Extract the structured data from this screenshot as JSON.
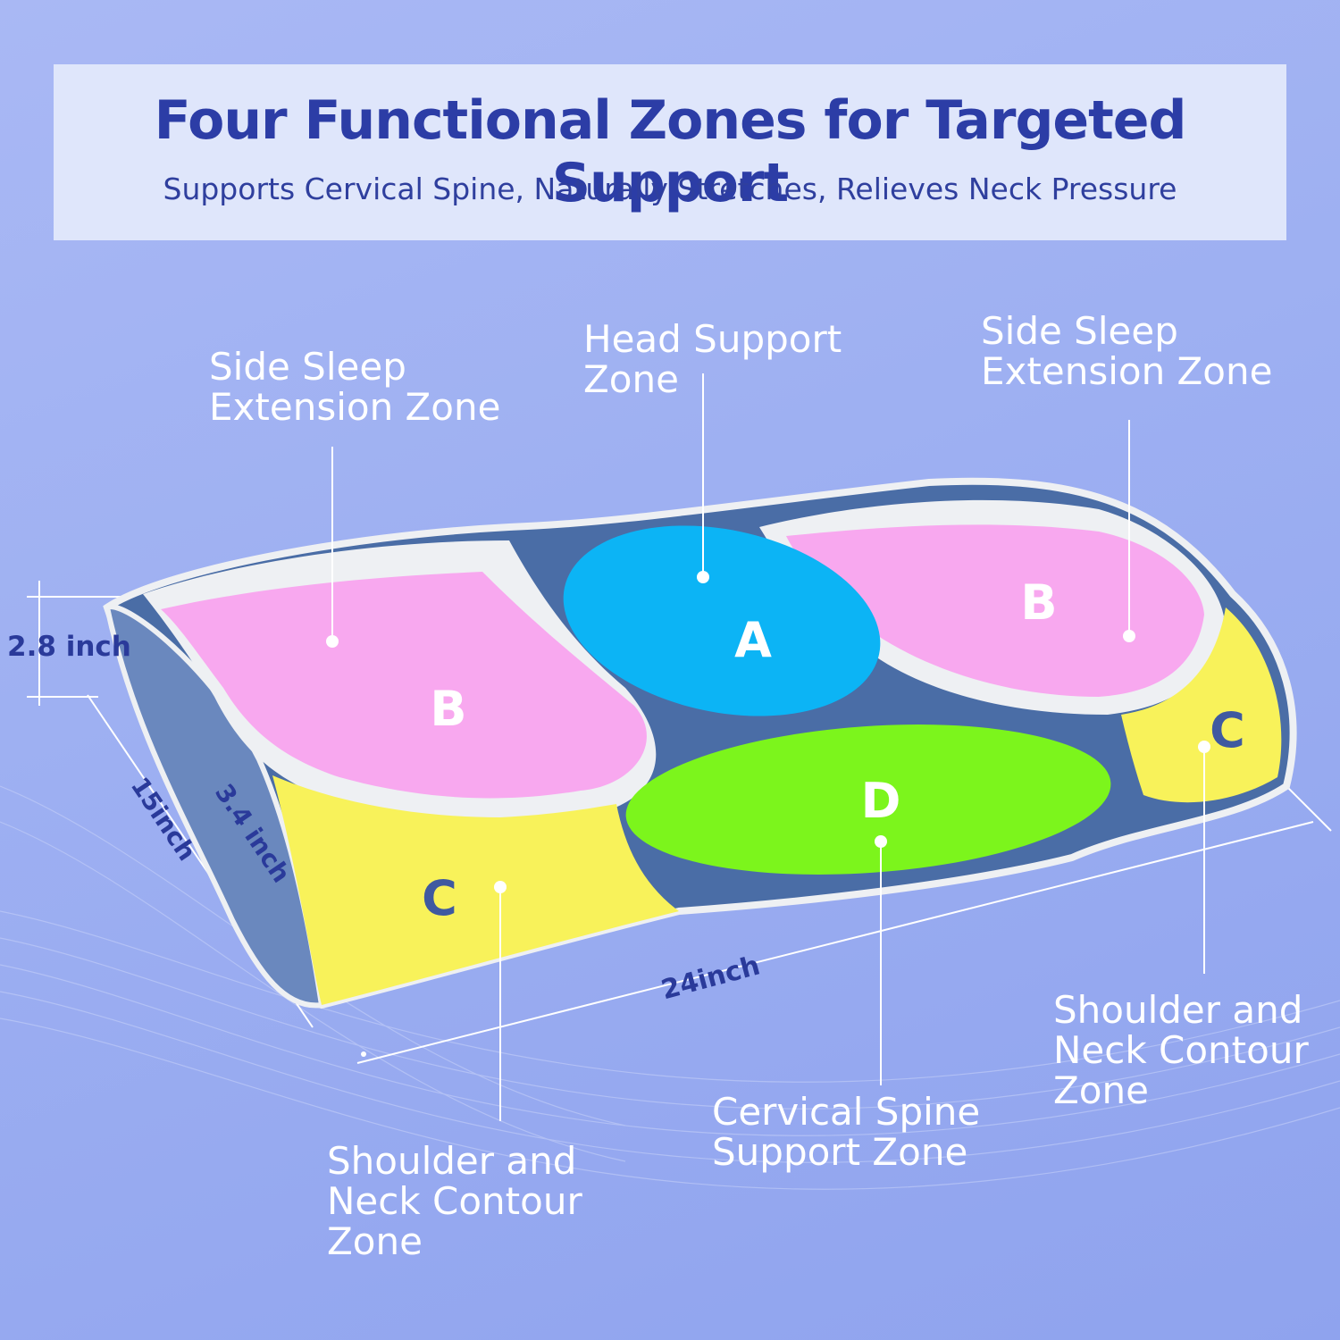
{
  "header": {
    "title": "Four Functional Zones for Targeted Support",
    "subtitle": "Supports Cervical Spine, Naturally Stretches, Relieves Neck Pressure"
  },
  "zones": {
    "a": {
      "letter": "A",
      "label": "Head Support\nZone",
      "color": "#0cb4f5"
    },
    "b_left": {
      "letter": "B",
      "label": "Side Sleep\nExtension Zone",
      "color": "#f8a8ef"
    },
    "b_right": {
      "letter": "B",
      "label": "Side Sleep\nExtension Zone",
      "color": "#f8a8ef"
    },
    "c_left": {
      "letter": "C",
      "label": "Shoulder and\nNeck Contour\nZone",
      "color": "#f8f25a"
    },
    "c_right": {
      "letter": "C",
      "label": "Shoulder and\nNeck Contour\nZone",
      "color": "#f8f25a"
    },
    "d": {
      "letter": "D",
      "label": "Cervical Spine\nSupport Zone",
      "color": "#7cf51c"
    }
  },
  "dimensions": {
    "height_low": "2.8 inch",
    "height_high": "3.4 inch",
    "depth": "15inch",
    "length": "24inch"
  },
  "colors": {
    "title": "#2c3da6",
    "pillow_base": "#4a6da6",
    "pillow_cover": "#eef0f3",
    "background": "#9eb0f2"
  }
}
